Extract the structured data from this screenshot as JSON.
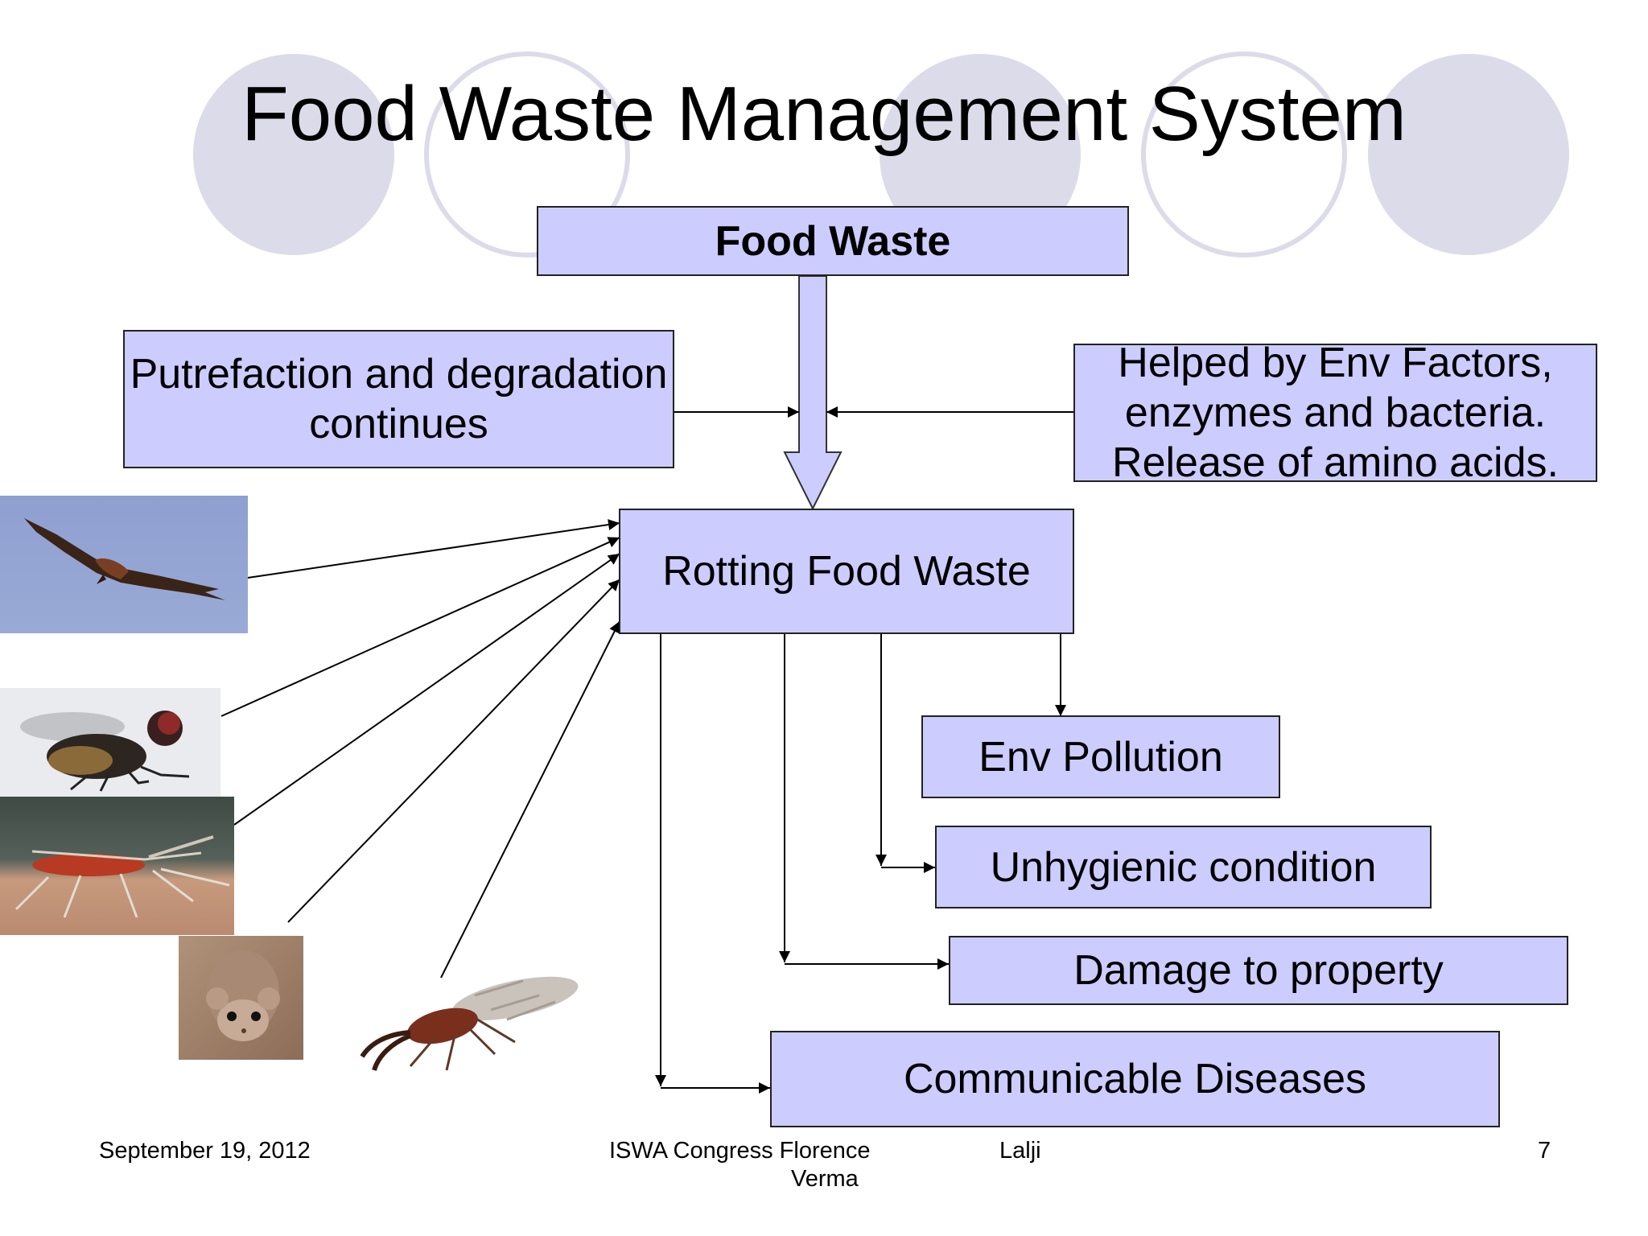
{
  "slide": {
    "title": "Food Waste Management System",
    "accent_color": "#ccccff",
    "circle_color": "#dcdbe9"
  },
  "diagram": {
    "food_waste": "Food Waste",
    "putrefaction": "Putrefaction and degradation continues",
    "helped_by": [
      "Helped by Env Factors,",
      "enzymes and bacteria.",
      "Release of amino acids."
    ],
    "rotting": "Rotting Food Waste",
    "env_pollution": "Env Pollution",
    "unhygienic": "Unhygienic condition",
    "damage": "Damage to property",
    "diseases": "Communicable Diseases"
  },
  "images": [
    "vulture",
    "housefly",
    "mosquito",
    "mouse",
    "termite"
  ],
  "footer": {
    "date": "September 19, 2012",
    "event": "ISWA Congress Florence",
    "author_first": "Lalji",
    "author_last": "Verma",
    "page": "7"
  }
}
